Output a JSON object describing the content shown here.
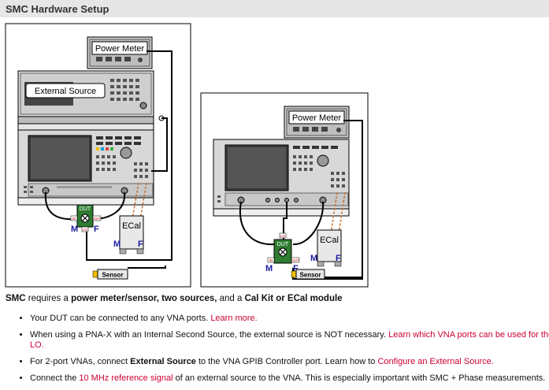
{
  "header": {
    "title": "SMC Hardware Setup"
  },
  "diagram_left": {
    "power_meter_label": "Power Meter",
    "external_source_label": "External Source",
    "dut_label": "DUT",
    "dut_in": "IN",
    "dut_out": "OUT",
    "dut_lo": "LO",
    "m_label": "M",
    "f_label": "F",
    "ecal_label": "ECal",
    "ecal_m_label": "M",
    "ecal_f_label": "F",
    "sensor_label": "Sensor"
  },
  "diagram_right": {
    "power_meter_label": "Power Meter",
    "dut_label": "DUT",
    "dut_in": "IN",
    "dut_out": "OUT",
    "dut_lo": "LO",
    "m_label": "M",
    "f_label": "F",
    "ecal_label": "ECal",
    "ecal_m_label": "M",
    "ecal_f_label": "F",
    "sensor_label": "Sensor"
  },
  "intro": {
    "smc": "SMC",
    "t1": " requires a ",
    "b1": "power meter/sensor, two sources,",
    "t2": " and a ",
    "b2": "Cal Kit or ECal module"
  },
  "bullets": [
    {
      "text": "Your DUT can be connected to any VNA ports. ",
      "link": "Learn more."
    },
    {
      "text": "When using a PNA-X with an Internal Second Source, the external source is NOT necessary. ",
      "link": "Learn which VNA ports can be used for the LO."
    },
    {
      "pre": "For 2-port VNAs, connect ",
      "bold": "External Source",
      "mid": " to the VNA GPIB Controller port. Learn how to ",
      "link": "Configure an External Source."
    },
    {
      "pre": "Connect the ",
      "link": "10 MHz reference signal",
      "post": " of an external source to the VNA. This is especially important with SMC + Phase measurements."
    }
  ],
  "colors": {
    "link": "#cc0033",
    "dut_green": "#2f7d32",
    "instrument_gray": "#d8d8d8"
  }
}
